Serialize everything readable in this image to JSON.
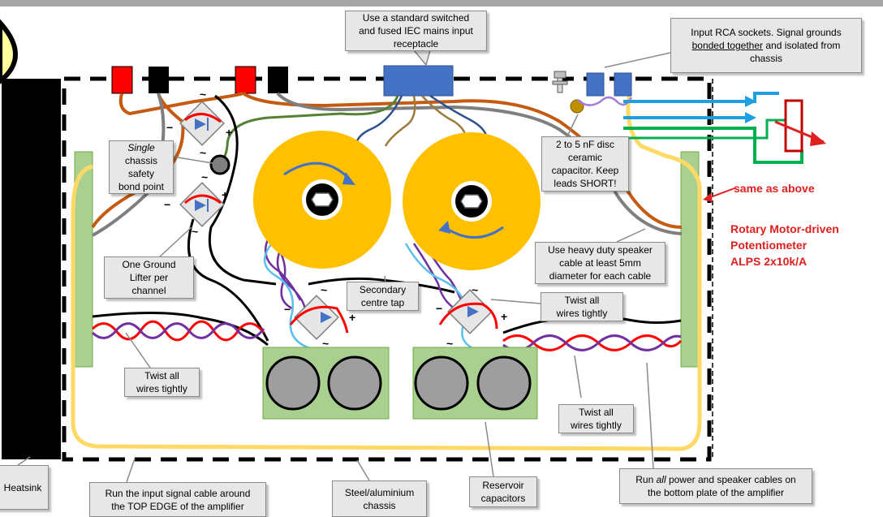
{
  "callouts": {
    "iec": [
      "Use a standard switched",
      "and fused IEC mains input",
      "receptacle"
    ],
    "rca": {
      "l1": "Input RCA sockets. Signal grounds",
      "l2_u": "bonded together",
      "l2_rest": " and isolated from",
      "l3": "chassis"
    },
    "bond": {
      "l1_i": "Single",
      "l2": "chassis",
      "l3": "safety",
      "l4": "bond point"
    },
    "capacitor": [
      "2 to 5 nF disc",
      "ceramic",
      "capacitor. Keep",
      "leads SHORT!"
    ],
    "lifter": [
      "One Ground",
      "Lifter per",
      "channel"
    ],
    "speaker_cable": [
      "Use heavy duty speaker",
      "cable at least 5mm",
      "diameter for each cable"
    ],
    "centre_tap": [
      "Secondary",
      "centre tap"
    ],
    "twist_right": [
      "Twist all",
      "wires tightly"
    ],
    "twist_left": [
      "Twist all",
      "wires tightly"
    ],
    "twist_bottom": [
      "Twist all",
      "wires tightly"
    ],
    "heatsink": "Heatsink",
    "input_cable": [
      "Run the input signal cable around",
      "the TOP EDGE of the amplifier"
    ],
    "chassis": [
      "Steel/aluminium",
      "chassis"
    ],
    "reservoir": [
      "Reservoir",
      "capacitors"
    ],
    "bottom_plate": {
      "l1_a": "Run ",
      "l1_i": "all",
      "l1_b": " power and speaker cables on",
      "l2": "the bottom plate of the amplifier"
    }
  },
  "annotations": {
    "same_as_above": "same as above",
    "pot": [
      "Rotary Motor-driven",
      "Potentiometer",
      "ALPS 2x10k/A"
    ]
  },
  "polarity": {
    "minus": "−",
    "plus": "+",
    "ac": "~"
  },
  "colors": {
    "accent_red": "#e02020",
    "transformer": "#ffc000",
    "board_green": "#a9d08e",
    "capacitor_body": "#9e9e9e",
    "iec_blue": "#4472c4",
    "wire_orange": "#c55a11",
    "wire_grey": "#7f7f7f",
    "wire_green": "#548235",
    "wire_yellow": "#ffd966",
    "wire_purple": "#7030a0",
    "wire_blue": "#1f9ee0"
  },
  "icons": [
    "bridge-rectifier-icon",
    "toroidal-transformer-icon",
    "rca-socket-icon",
    "potentiometer-icon",
    "capacitor-icon",
    "binding-post-icon"
  ]
}
